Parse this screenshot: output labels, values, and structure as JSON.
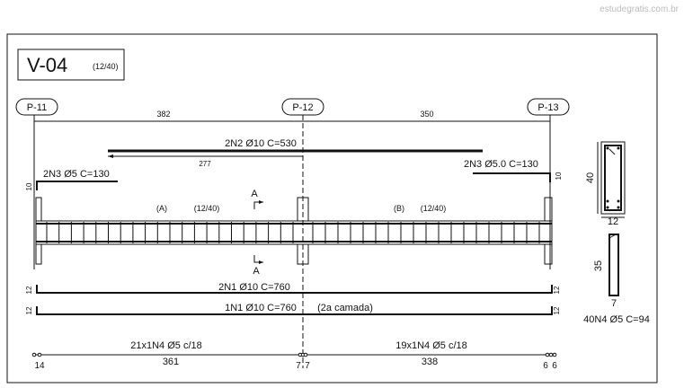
{
  "watermark": "estudegratis.com.br",
  "beam": {
    "name": "V-04",
    "section": "(12/40)"
  },
  "columns": [
    "P-11",
    "P-12",
    "P-13"
  ],
  "spans": {
    "span1": "382",
    "span2": "350"
  },
  "bars": {
    "top_main": "2N2 Ø10 C=530",
    "top_main_dim": "277",
    "top_left": "2N3 Ø5  C=130",
    "top_right": "2N3 Ø5.0 C=130",
    "bottom_main": "2N1 Ø10 C=760",
    "bottom_second": "1N1 Ø10 C=760",
    "second_layer": "(2a camada)"
  },
  "hooks": {
    "left_top": "10",
    "right_top": "10",
    "left_b1": "12",
    "left_b2": "12",
    "right_b1": "12",
    "right_b2": "12"
  },
  "span_labels": {
    "a": "(A)",
    "a_section": "(12/40)",
    "b": "(B)",
    "b_section": "(12/40)"
  },
  "section_marks": {
    "top": "A",
    "bottom": "A"
  },
  "stirrups": {
    "left": "21x1N4 Ø5 c/18",
    "right": "19x1N4 Ø5 c/18",
    "spec": "40N4 Ø5 C=94"
  },
  "dims": {
    "d1": "14",
    "d2": "361",
    "d3": "7",
    "d4": "7",
    "d5": "338",
    "d6": "6",
    "d7": "6"
  },
  "section": {
    "height": "40",
    "width": "12"
  },
  "stirrup_detail": {
    "height": "35",
    "width": "7"
  }
}
